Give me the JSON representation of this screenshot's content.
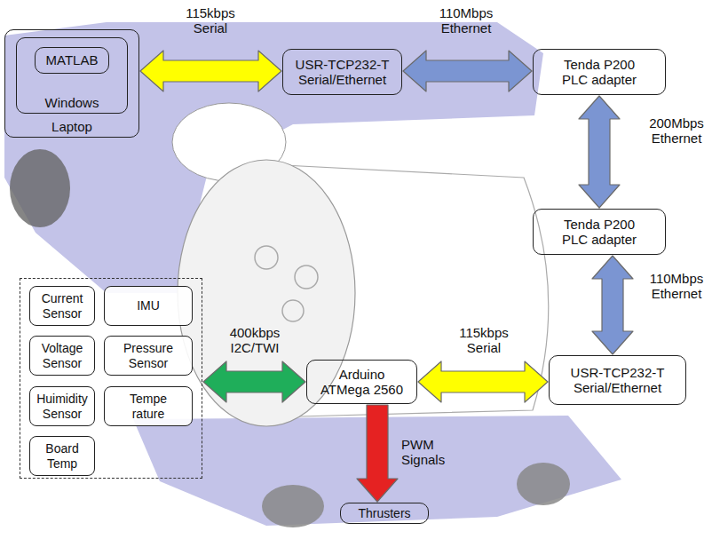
{
  "diagram": {
    "nodes": [
      {
        "text": [
          "Laptop"
        ]
      },
      {
        "text": [
          "Windows"
        ],
        "in": 0
      },
      {
        "text": [
          "MATLAB"
        ],
        "in": 1
      },
      {
        "text": [
          "USR-TCP232-T Serial/Ethernet"
        ]
      },
      {
        "text": [
          "Tenda P200 PLC adapter"
        ]
      },
      {
        "text": [
          "Tenda P200 PLC adapter"
        ]
      },
      {
        "text": [
          "USR-TCP232-T Serial/Ethernet"
        ]
      },
      {
        "text": []
      },
      {
        "text": [
          "Current Sensor"
        ],
        "in": 7
      },
      {
        "text": [
          "IMU"
        ],
        "in": 7
      },
      {
        "text": [
          "Voltage Sensor"
        ],
        "in": 7
      },
      {
        "text": [
          "Pressure Sensor"
        ],
        "in": 7
      },
      {
        "text": [
          "Huimidity Sensor"
        ],
        "in": 7
      },
      {
        "text": [
          "Tempe rature"
        ],
        "in": 7
      },
      {
        "text": [
          "Board Temp"
        ],
        "in": 7
      },
      {
        "text": [
          "Arduino ATMega 2560"
        ]
      },
      {
        "text": [
          "Thrusters"
        ]
      }
    ],
    "edges": [
      {
        "from": 0,
        "to": 3,
        "label": "115kbps Serial",
        "arrow": "both"
      },
      {
        "from": 3,
        "to": 4,
        "label": "110Mbps Ethernet",
        "arrow": "both"
      },
      {
        "from": 4,
        "to": 5,
        "label": "200Mbps Ethernet",
        "arrow": "both"
      },
      {
        "from": 5,
        "to": 6,
        "label": "110Mbps Ethernet",
        "arrow": "both"
      },
      {
        "from": 15,
        "to": 6,
        "label": "115kbps Serial",
        "arrow": "both"
      },
      {
        "from": 7,
        "to": 15,
        "label": "400kbps I2C/TWI",
        "arrow": "both"
      },
      {
        "from": 15,
        "to": 16,
        "label": "PWM Signals",
        "arrow": "to"
      }
    ]
  }
}
